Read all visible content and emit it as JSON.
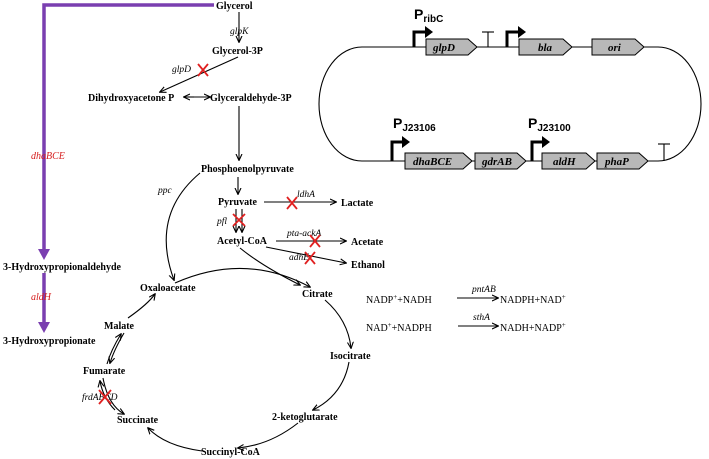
{
  "colors": {
    "purple_path": "#7a3fb0",
    "knockout_red": "#e02020",
    "gene_box_fill": "#b8b8b8",
    "red_gene_text": "#d62020"
  },
  "metabolites": {
    "glycerol": "Glycerol",
    "glycerol_3p": "Glycerol-3P",
    "dhap": "Dihydroxyacetone P",
    "g3p": "Glyceraldehyde-3P",
    "pep": "Phosphoenolpyruvate",
    "pyruvate": "Pyruvate",
    "lactate": "Lactate",
    "acetyl_coa": "Acetyl-CoA",
    "acetate": "Acetate",
    "ethanol": "Ethanol",
    "oxaloacetate": "Oxaloacetate",
    "citrate": "Citrate",
    "malate": "Malate",
    "isocitrate": "Isocitrate",
    "fumarate": "Fumarate",
    "succinate": "Succinate",
    "ketoglutarate": "2-ketoglutarate",
    "succinyl_coa": "Succinyl-CoA",
    "hpa": "3-Hydroxypropionaldehyde",
    "hp": "3-Hydroxypropionate"
  },
  "genes": {
    "glpK": "glpK",
    "glpD": "glpD",
    "ppc": "ppc",
    "ldhA": "ldhA",
    "pfl": "pfl",
    "pta_ackA": "pta-ackA",
    "adhE": "adhE",
    "frdABCD": "frdABCD",
    "dhaBCE": "dhaBCE",
    "aldH": "aldH"
  },
  "reactions": {
    "pntab_gene": "pntAB",
    "stha_gene": "sthA",
    "r1_left": "NADP",
    "r1_left_sup": "+",
    "r1_left_rest": "+NADH",
    "r1_right": "NADPH+NAD",
    "r1_right_sup": "+",
    "r2_left": "NAD",
    "r2_left_sup": "+",
    "r2_left_rest": "+NADPH",
    "r2_right": "NADH+NADP",
    "r2_right_sup": "+"
  },
  "plasmid": {
    "promoters": [
      {
        "main": "P",
        "sub": "ribC"
      },
      {
        "main": "P",
        "sub": "J23106"
      },
      {
        "main": "P",
        "sub": "J23100"
      }
    ],
    "top_genes": [
      "glpD",
      "bla",
      "ori"
    ],
    "bottom_genes": [
      "dhaBCE",
      "gdrAB",
      "aldH",
      "phaP"
    ]
  }
}
